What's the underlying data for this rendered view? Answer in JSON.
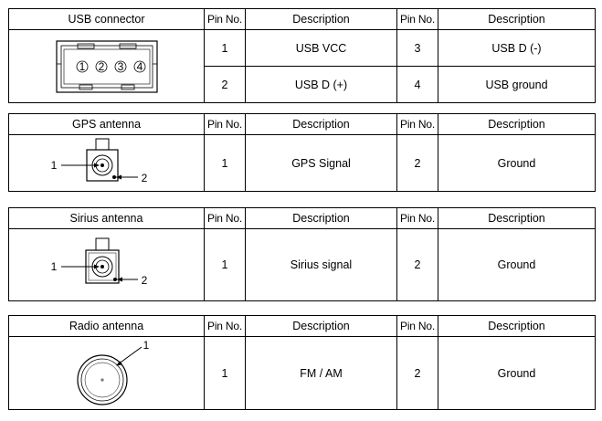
{
  "header": {
    "pin_no": "Pin No.",
    "description": "Description"
  },
  "tables": [
    {
      "connector": "USB connector",
      "diagram_labels": [
        "1",
        "2",
        "3",
        "4"
      ],
      "rows": [
        {
          "pin_a": "1",
          "desc_a": "USB VCC",
          "pin_b": "3",
          "desc_b": "USB D (-)"
        },
        {
          "pin_a": "2",
          "desc_a": "USB D (+)",
          "pin_b": "4",
          "desc_b": "USB ground"
        }
      ]
    },
    {
      "connector": "GPS antenna",
      "diagram_labels": [
        "1",
        "2"
      ],
      "rows": [
        {
          "pin_a": "1",
          "desc_a": "GPS Signal",
          "pin_b": "2",
          "desc_b": "Ground"
        }
      ]
    },
    {
      "connector": "Sirius antenna",
      "diagram_labels": [
        "1",
        "2"
      ],
      "rows": [
        {
          "pin_a": "1",
          "desc_a": "Sirius signal",
          "pin_b": "2",
          "desc_b": "Ground"
        }
      ]
    },
    {
      "connector": "Radio antenna",
      "diagram_labels": [
        "1"
      ],
      "rows": [
        {
          "pin_a": "1",
          "desc_a": "FM / AM",
          "pin_b": "2",
          "desc_b": "Ground"
        }
      ]
    }
  ]
}
